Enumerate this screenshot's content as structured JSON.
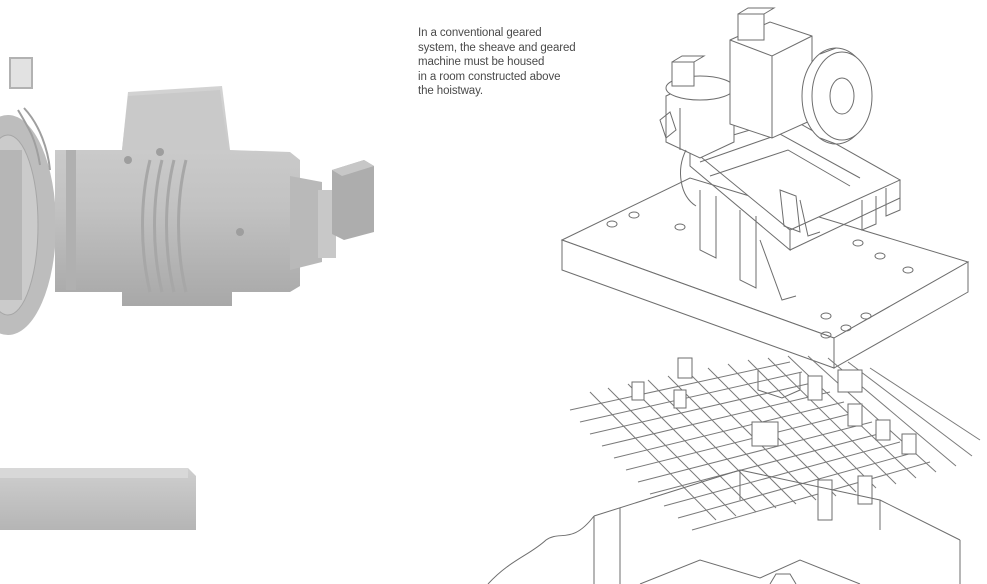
{
  "caption": {
    "lines": [
      "In a conventional geared",
      "system, the sheave and geared",
      "machine must be housed",
      "in a room constructed above",
      "the hoistway."
    ]
  },
  "colors": {
    "photo_tone": "#c4c4c4",
    "photo_shadow": "#a9a9a9",
    "line_art": "#6e6e6e",
    "text": "#4a4a4a"
  },
  "illustrations": {
    "left": "geared-machine-photo",
    "right": "machine-room-isometric-drawing"
  }
}
